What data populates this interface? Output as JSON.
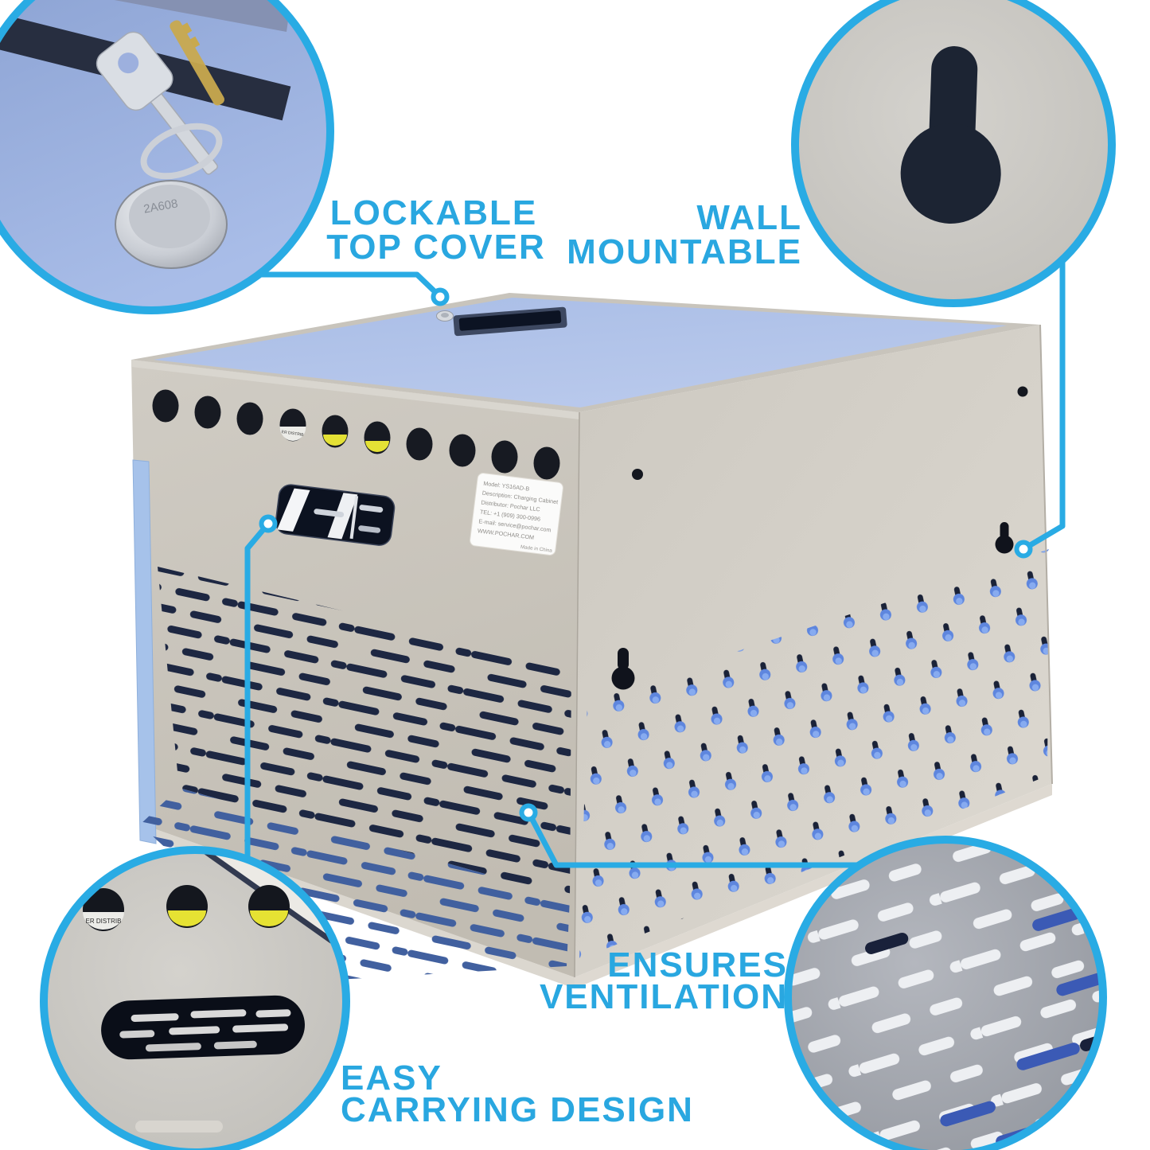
{
  "callouts": {
    "lockable": {
      "line1": "LOCKABLE",
      "line2": "TOP COVER"
    },
    "wall": {
      "line1": "WALL",
      "line2": "MOUNTABLE"
    },
    "ventilation": {
      "line1": "ENSURES",
      "line2": "VENTILATION"
    },
    "carrying": {
      "line1": "EASY",
      "line2": "CARRYING DESIGN"
    }
  },
  "product_label": {
    "lines": [
      "Model: YS16AD-B",
      "Description: Charging Cabinet",
      "Distributor: Pochar LLC",
      "TEL: +1 (909) 300-0996",
      "E-mail: service@pochar.com",
      "WWW.POCHAR.COM"
    ],
    "made_in": "Made in China"
  },
  "insets": {
    "lock_engraving": "2A608",
    "power_sticker": "ER DISTRIB"
  },
  "colors": {
    "accent_blue": "#29ABE4",
    "top_face_blue": "#B3C5EA",
    "metal_gray": "#C9C5BD",
    "side_gray": "#D5D1C9",
    "vent_dark": "#1D2742",
    "vent_lit_blue": "#5E86DE",
    "door_edge_blue": "#A6C2EA"
  }
}
